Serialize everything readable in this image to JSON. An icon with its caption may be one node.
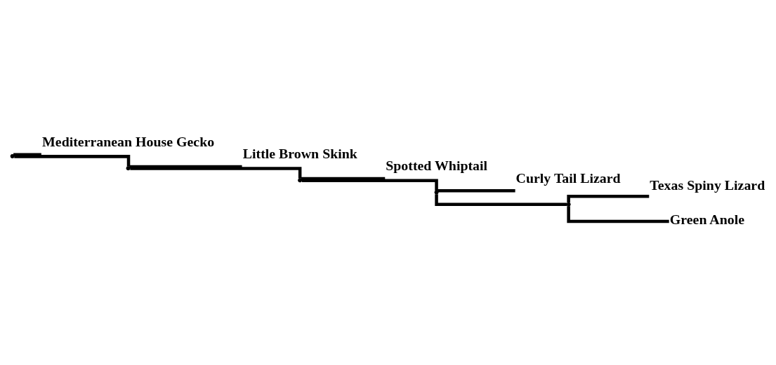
{
  "diagram": {
    "nodes": [
      {
        "text": [],
        "shape": "point"
      },
      {
        "text": [
          "Mediterranean House Gecko"
        ]
      },
      {
        "text": [],
        "shape": "point"
      },
      {
        "text": [
          "Little Brown Skink"
        ]
      },
      {
        "text": [],
        "shape": "point"
      },
      {
        "text": [
          "Spotted Whiptail"
        ]
      },
      {
        "text": [],
        "shape": "point"
      },
      {
        "text": [
          "Curly Tail Lizard"
        ]
      },
      {
        "text": [],
        "shape": "point"
      },
      {
        "text": [
          "Texas Spiny Lizard"
        ]
      },
      {
        "text": [
          "Green Anole"
        ]
      }
    ],
    "edges": [
      {
        "from": 0,
        "to": 1,
        "arrow": "none"
      },
      {
        "from": 0,
        "to": 2,
        "arrow": "none"
      },
      {
        "from": 2,
        "to": 3,
        "arrow": "none"
      },
      {
        "from": 2,
        "to": 4,
        "arrow": "none"
      },
      {
        "from": 4,
        "to": 5,
        "arrow": "none"
      },
      {
        "from": 4,
        "to": 6,
        "arrow": "none"
      },
      {
        "from": 6,
        "to": 7,
        "arrow": "none"
      },
      {
        "from": 6,
        "to": 8,
        "arrow": "none"
      },
      {
        "from": 8,
        "to": 9,
        "arrow": "none"
      },
      {
        "from": 8,
        "to": 10,
        "arrow": "none"
      }
    ]
  }
}
